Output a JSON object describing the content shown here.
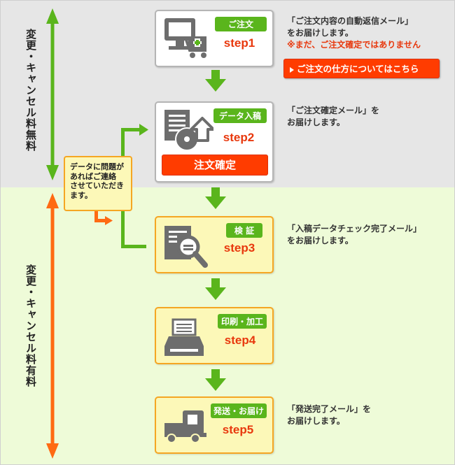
{
  "side_labels": {
    "free": "変更・キャンセル料無料",
    "paid": "変更・キャンセル料有料"
  },
  "steps": [
    {
      "tag": "ご注文",
      "label": "step1"
    },
    {
      "tag": "データ入稿",
      "label": "step2",
      "confirm": "注文確定"
    },
    {
      "tag": "検 証",
      "label": "step3"
    },
    {
      "tag": "印刷・加工",
      "label": "step4"
    },
    {
      "tag": "発送・お届け",
      "label": "step5"
    }
  ],
  "descriptions": {
    "step1_line1": "「ご注文内容の自動返信メール」",
    "step1_line2": "をお届けします。",
    "step1_warning": "※まだ、ご注文確定ではありません",
    "step1_button": "ご注文の仕方についてはこちら",
    "step2_line1": "「ご注文確定メール」を",
    "step2_line2": "お届けします。",
    "step3_line1": "「入稿データチェック完了メール」",
    "step3_line2": "をお届けします。",
    "step5_line1": "「発送完了メール」を",
    "step5_line2": "お届けします。"
  },
  "note": {
    "line1": "データに問題が",
    "line2": "あればご連絡",
    "line3": "させていただき",
    "line4": "ます。"
  },
  "colors": {
    "green": "#5ab51c",
    "orange": "#ff6a13",
    "red": "#e8380d",
    "gray_bg": "#e6e6e6",
    "green_bg": "#eefbd8",
    "yellow_box": "#fcf8b8"
  }
}
